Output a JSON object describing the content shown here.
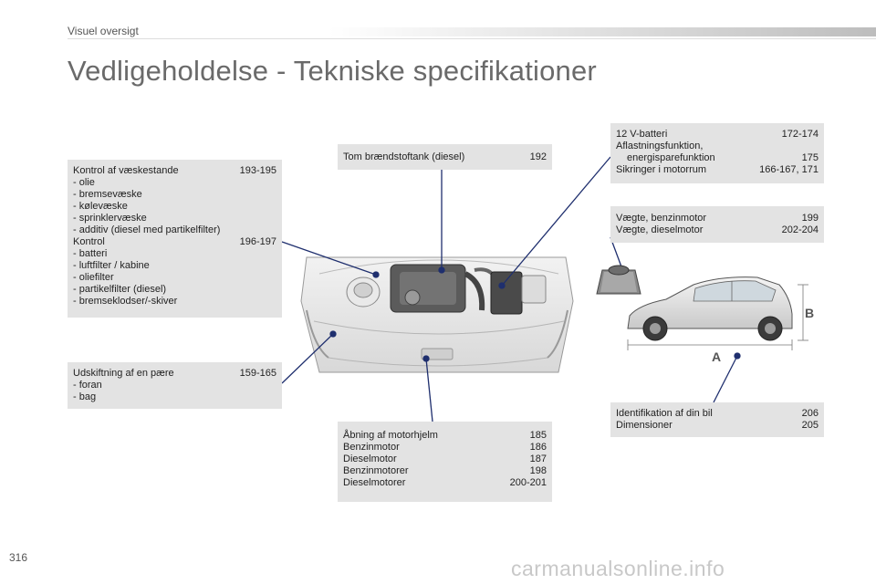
{
  "header": {
    "section": "Visuel oversigt"
  },
  "title": "Vedligeholdelse - Tekniske specifikationer",
  "boxes": {
    "fluids": {
      "row1": {
        "label": "Kontrol af væskestande",
        "pages": "193-195"
      },
      "items1": [
        "-  olie",
        "-  bremsevæske",
        "-  kølevæske",
        "-  sprinklervæske",
        "-  additiv (diesel med partikelfilter)"
      ],
      "row2": {
        "label": "Kontrol",
        "pages": "196-197"
      },
      "items2": [
        "-  batteri",
        "-  luftfilter / kabine",
        "-  oliefilter",
        "-  partikelfilter (diesel)",
        "-  bremseklodser/-skiver"
      ]
    },
    "bulb": {
      "row1": {
        "label": "Udskiftning af en pære",
        "pages": "159-165"
      },
      "items": [
        "-  foran",
        "-  bag"
      ]
    },
    "fuel": {
      "label": "Tom brændstoftank (diesel)",
      "pages": "192"
    },
    "battery": {
      "row1": {
        "label": "12 V-batteri",
        "pages": "172-174"
      },
      "row2a": "Aflastningsfunktion,",
      "row2b": {
        "label": "energisparefunktion",
        "pages": "175"
      },
      "row3": {
        "label": "Sikringer i motorrum",
        "pages": "166-167, 171"
      }
    },
    "weights": {
      "row1": {
        "label": "Vægte, benzinmotor",
        "pages": "199"
      },
      "row2": {
        "label": "Vægte, dieselmotor",
        "pages": "202-204"
      }
    },
    "bonnet": {
      "rows": [
        {
          "label": "Åbning af motorhjelm",
          "pages": "185"
        },
        {
          "label": "Benzinmotor",
          "pages": "186"
        },
        {
          "label": "Dieselmotor",
          "pages": "187"
        },
        {
          "label": "Benzinmotorer",
          "pages": "198"
        },
        {
          "label": "Dieselmotorer",
          "pages": "200-201"
        }
      ]
    },
    "identification": {
      "row1": {
        "label": "Identifikation af din bil",
        "pages": "206"
      },
      "row2": {
        "label": "Dimensioner",
        "pages": "205"
      }
    }
  },
  "car_labels": {
    "length": "A",
    "height": "B"
  },
  "page_number": "316",
  "watermark": "carmanualsonline.info",
  "colors": {
    "leader_line": "#1f2f6e",
    "box_bg": "#e3e3e3",
    "title": "#6a6a6a"
  }
}
